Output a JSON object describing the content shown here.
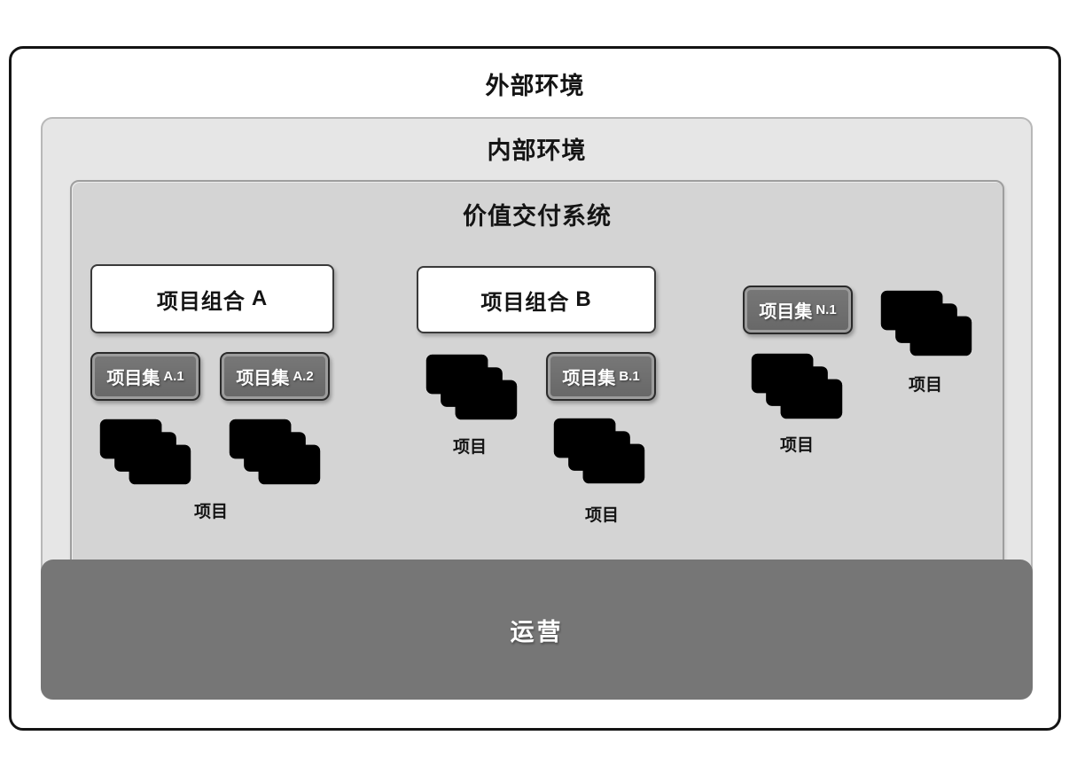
{
  "diagram": {
    "external_env": "外部环境",
    "internal_env": "内部环境",
    "value_delivery_system": "价值交付系统",
    "operations": "运营",
    "project_label": "项目",
    "portfolios": [
      {
        "cn": "项目组合",
        "id": "A"
      },
      {
        "cn": "项目组合",
        "id": "B"
      }
    ],
    "programs": [
      {
        "cn": "项目集",
        "id": "A.1"
      },
      {
        "cn": "项目集",
        "id": "A.2"
      },
      {
        "cn": "项目集",
        "id": "B.1"
      },
      {
        "cn": "项目集",
        "id": "N.1"
      }
    ],
    "icons": {
      "project_stack": "three overlapping rounded rectangles"
    },
    "colors": {
      "outer_border": "#141414",
      "internal_bg": "#e6e6e6",
      "internal_border": "#b8b8b8",
      "vds_bg": "#d4d4d4",
      "vds_border": "#9e9e9e",
      "operations_bg": "#767676",
      "program_bg": "#6d6d6d",
      "text_dark": "#141414",
      "text_light": "#ffffff"
    }
  }
}
